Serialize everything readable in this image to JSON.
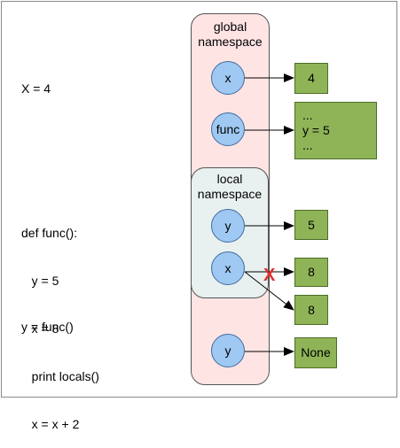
{
  "code": {
    "line1": "X = 4",
    "def_block": [
      "def func():",
      "   y = 5",
      "   x = 8",
      "   print locals()",
      "   x = x + 2"
    ],
    "call": "y = func()"
  },
  "global_namespace": {
    "title": "global\nnamespace",
    "vars": [
      "x",
      "func",
      "y"
    ]
  },
  "local_namespace": {
    "title": "local\nnamespace",
    "vars": [
      "y",
      "x"
    ]
  },
  "values": {
    "global_x": "4",
    "func_lines": [
      "...",
      "y = 5",
      "..."
    ],
    "local_y": "5",
    "local_x_old": "8",
    "local_x_new": "8",
    "global_y": "None"
  },
  "marks": {
    "cross": "X"
  },
  "colors": {
    "global_bg": "#ffe4e4",
    "local_bg": "#e9f1f0",
    "var_fill": "#9fc8f2",
    "value_fill": "#8fb457",
    "cross": "#e03030"
  }
}
